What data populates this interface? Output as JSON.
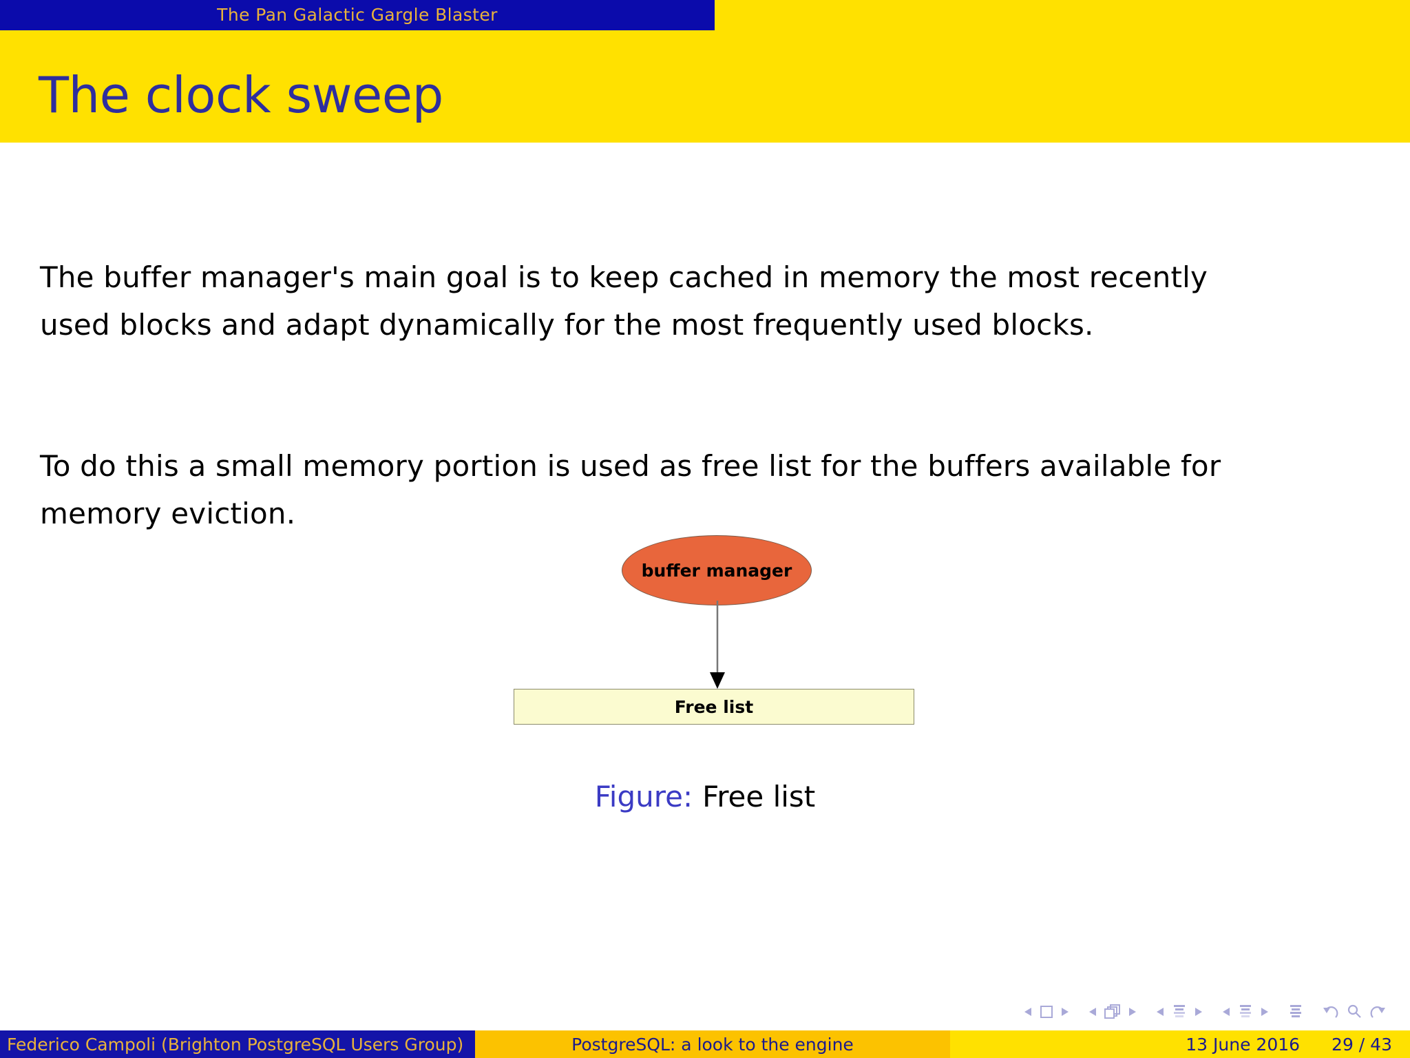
{
  "header": {
    "deck_title": "The Pan Galactic Gargle Blaster",
    "slide_title": "The clock sweep",
    "band_color": "#ffe100",
    "blue_color": "#0b0bab",
    "gold_text_color": "#e8b23c",
    "title_color": "#2e2e9e"
  },
  "body": {
    "paragraph_1": "The buffer manager's main goal is to keep cached in memory the most recently used blocks and adapt dynamically for the most frequently used blocks.",
    "paragraph_1_line_1": "The buffer manager's main goal is to keep cached in memory the most recently",
    "paragraph_1_line_2": "used blocks and adapt dynamically for the most frequently used blocks.",
    "paragraph_2": "To do this a small memory portion is used as free list for the buffers available for memory eviction.",
    "paragraph_2_line_1": "To do this a small memory portion is used as free list for the buffers available for",
    "paragraph_2_line_2": "memory eviction."
  },
  "figure": {
    "node_ellipse_label": "buffer manager",
    "node_box_label": "Free list",
    "caption_word": "Figure",
    "caption_colon": ":",
    "caption_text": "Free list",
    "ellipse_fill": "#e8663c",
    "ellipse_stroke": "#7a5b4a",
    "box_fill": "#fbfbd0",
    "box_stroke": "#8b8b6b",
    "edge_color": "#777777",
    "caption_label_color": "#3b3bc4"
  },
  "navigation": {
    "icons": [
      "prev-slide-arrow-icon",
      "slide-square-icon",
      "next-slide-arrow-icon",
      "prev-frame-arrow-icon",
      "frames-stack-icon",
      "next-frame-arrow-icon",
      "prev-subsection-arrow-icon",
      "subsection-lines-icon",
      "next-subsection-arrow-icon",
      "prev-section-arrow-icon",
      "section-lines-icon",
      "next-section-arrow-icon",
      "document-lines-icon",
      "back-undo-icon",
      "search-magnifier-icon",
      "forward-redo-icon"
    ],
    "color": "#a9a9d8"
  },
  "footer": {
    "author": "Federico Campoli  (Brighton PostgreSQL Users Group)",
    "talk_title": "PostgreSQL: a look to the engine",
    "date": "13 June 2016",
    "page": "29 / 43",
    "left_bg": "#1414a8",
    "mid_bg": "#fcc200",
    "right_bg": "#ffe100"
  }
}
